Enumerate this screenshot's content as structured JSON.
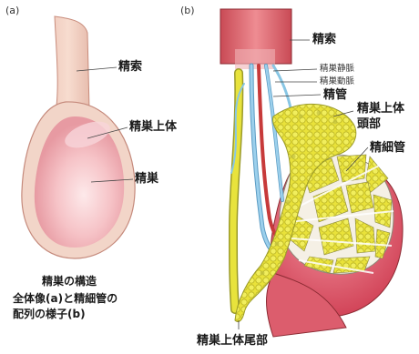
{
  "panels": {
    "a_tag": "(a)",
    "b_tag": "(b)"
  },
  "labels_a": {
    "spermatic_cord": "精索",
    "epididymis": "精巣上体",
    "testis": "精巣"
  },
  "labels_b": {
    "spermatic_cord": "精索",
    "testicular_vein": "精巣静脈",
    "testicular_artery": "精巣動脈",
    "vas_deferens": "精管",
    "epididymis_head_line1": "精巣上体",
    "epididymis_head_line2": "頭部",
    "seminiferous_tubule": "精細管",
    "epididymis_tail": "精巣上体尾部"
  },
  "caption": {
    "title": "精巣の構造",
    "line1": "全体像(a)と精細管の",
    "line2": "配列の様子(b)"
  },
  "colors": {
    "skin_pink": "#f1c9c0",
    "testis_red": "#d95a6a",
    "epididymis_yellow": "#e6e340",
    "vein_blue": "#88c6e4",
    "artery_red": "#c73a3a"
  }
}
